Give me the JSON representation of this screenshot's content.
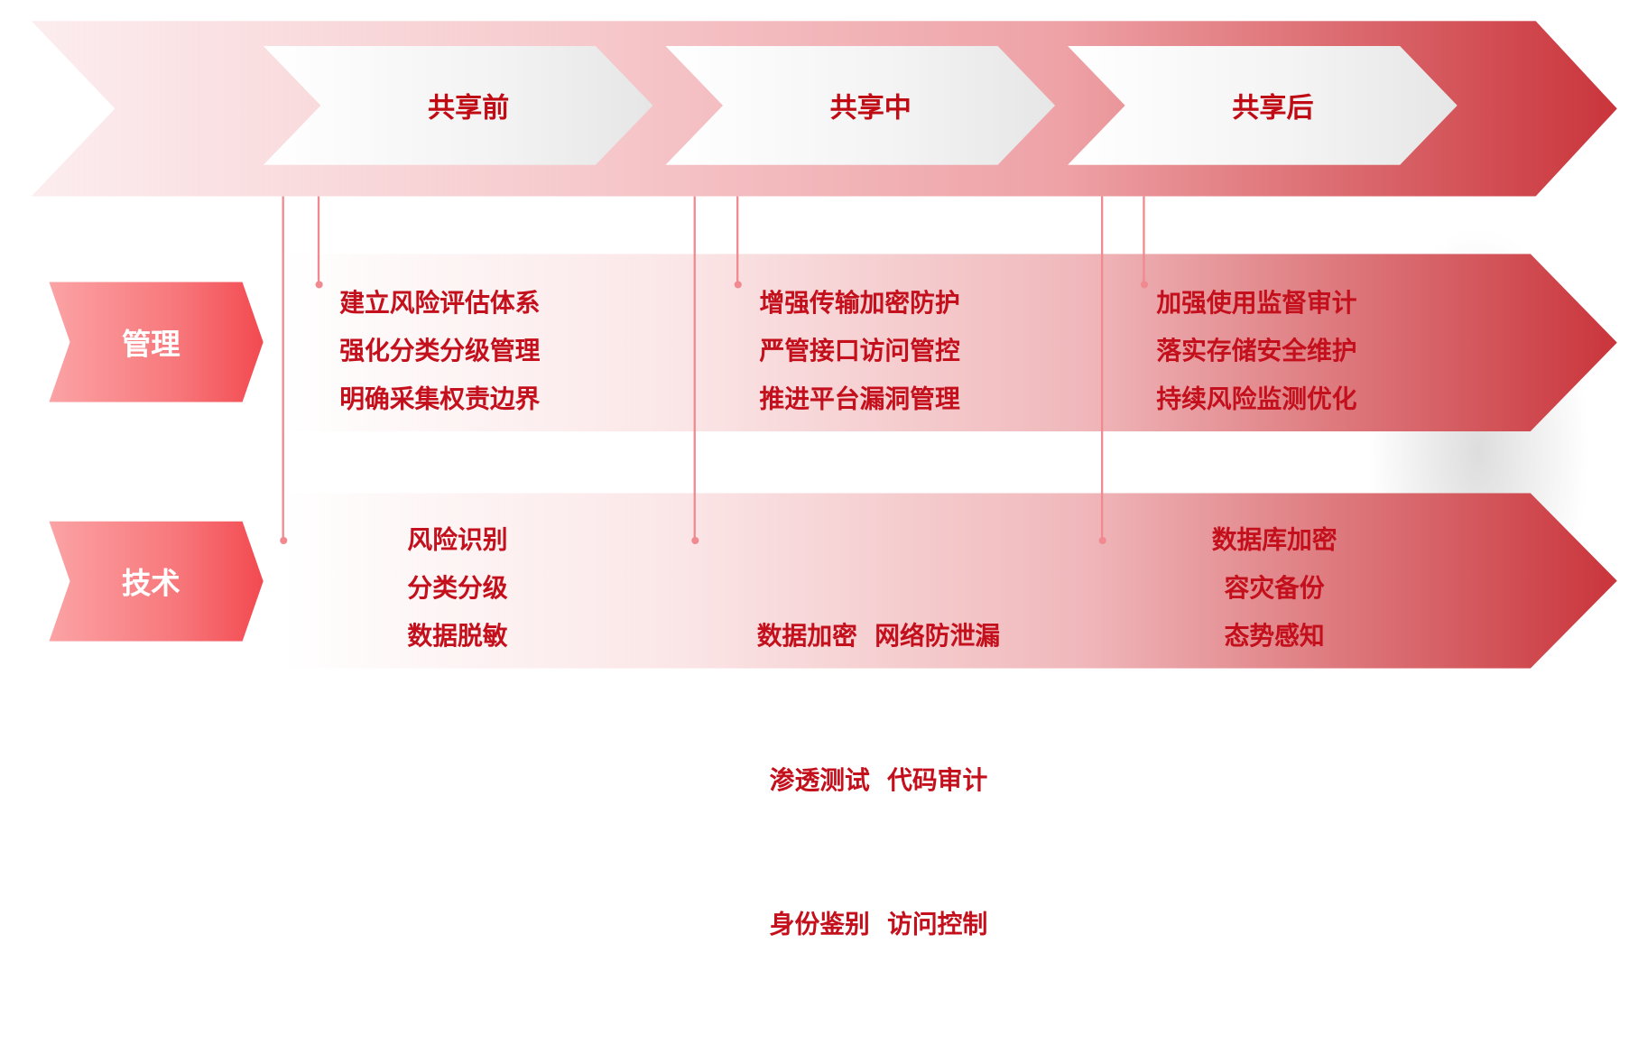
{
  "stages": [
    "共享前",
    "共享中",
    "共享后"
  ],
  "rows": [
    {
      "label": "管理",
      "columns": [
        [
          "建立风险评估体系",
          "强化分类分级管理",
          "明确采集权责边界"
        ],
        [
          "增强传输加密防护",
          "严管接口访问管控",
          "推进平台漏洞管理"
        ],
        [
          "加强使用监督审计",
          "落实存储安全维护",
          "持续风险监测优化"
        ]
      ]
    },
    {
      "label": "技术",
      "columns": [
        [
          "风险识别",
          "分类分级",
          "数据脱敏"
        ],
        [
          "数据加密  网络防泄漏",
          "渗透测试  代码审计",
          "身份鉴别  访问控制"
        ],
        [
          "数据库加密",
          "容灾备份",
          "态势感知"
        ]
      ]
    }
  ],
  "colors": {
    "text_red": "#c4101c",
    "band_red": "#c9353b",
    "label_red": "#f24a50"
  }
}
